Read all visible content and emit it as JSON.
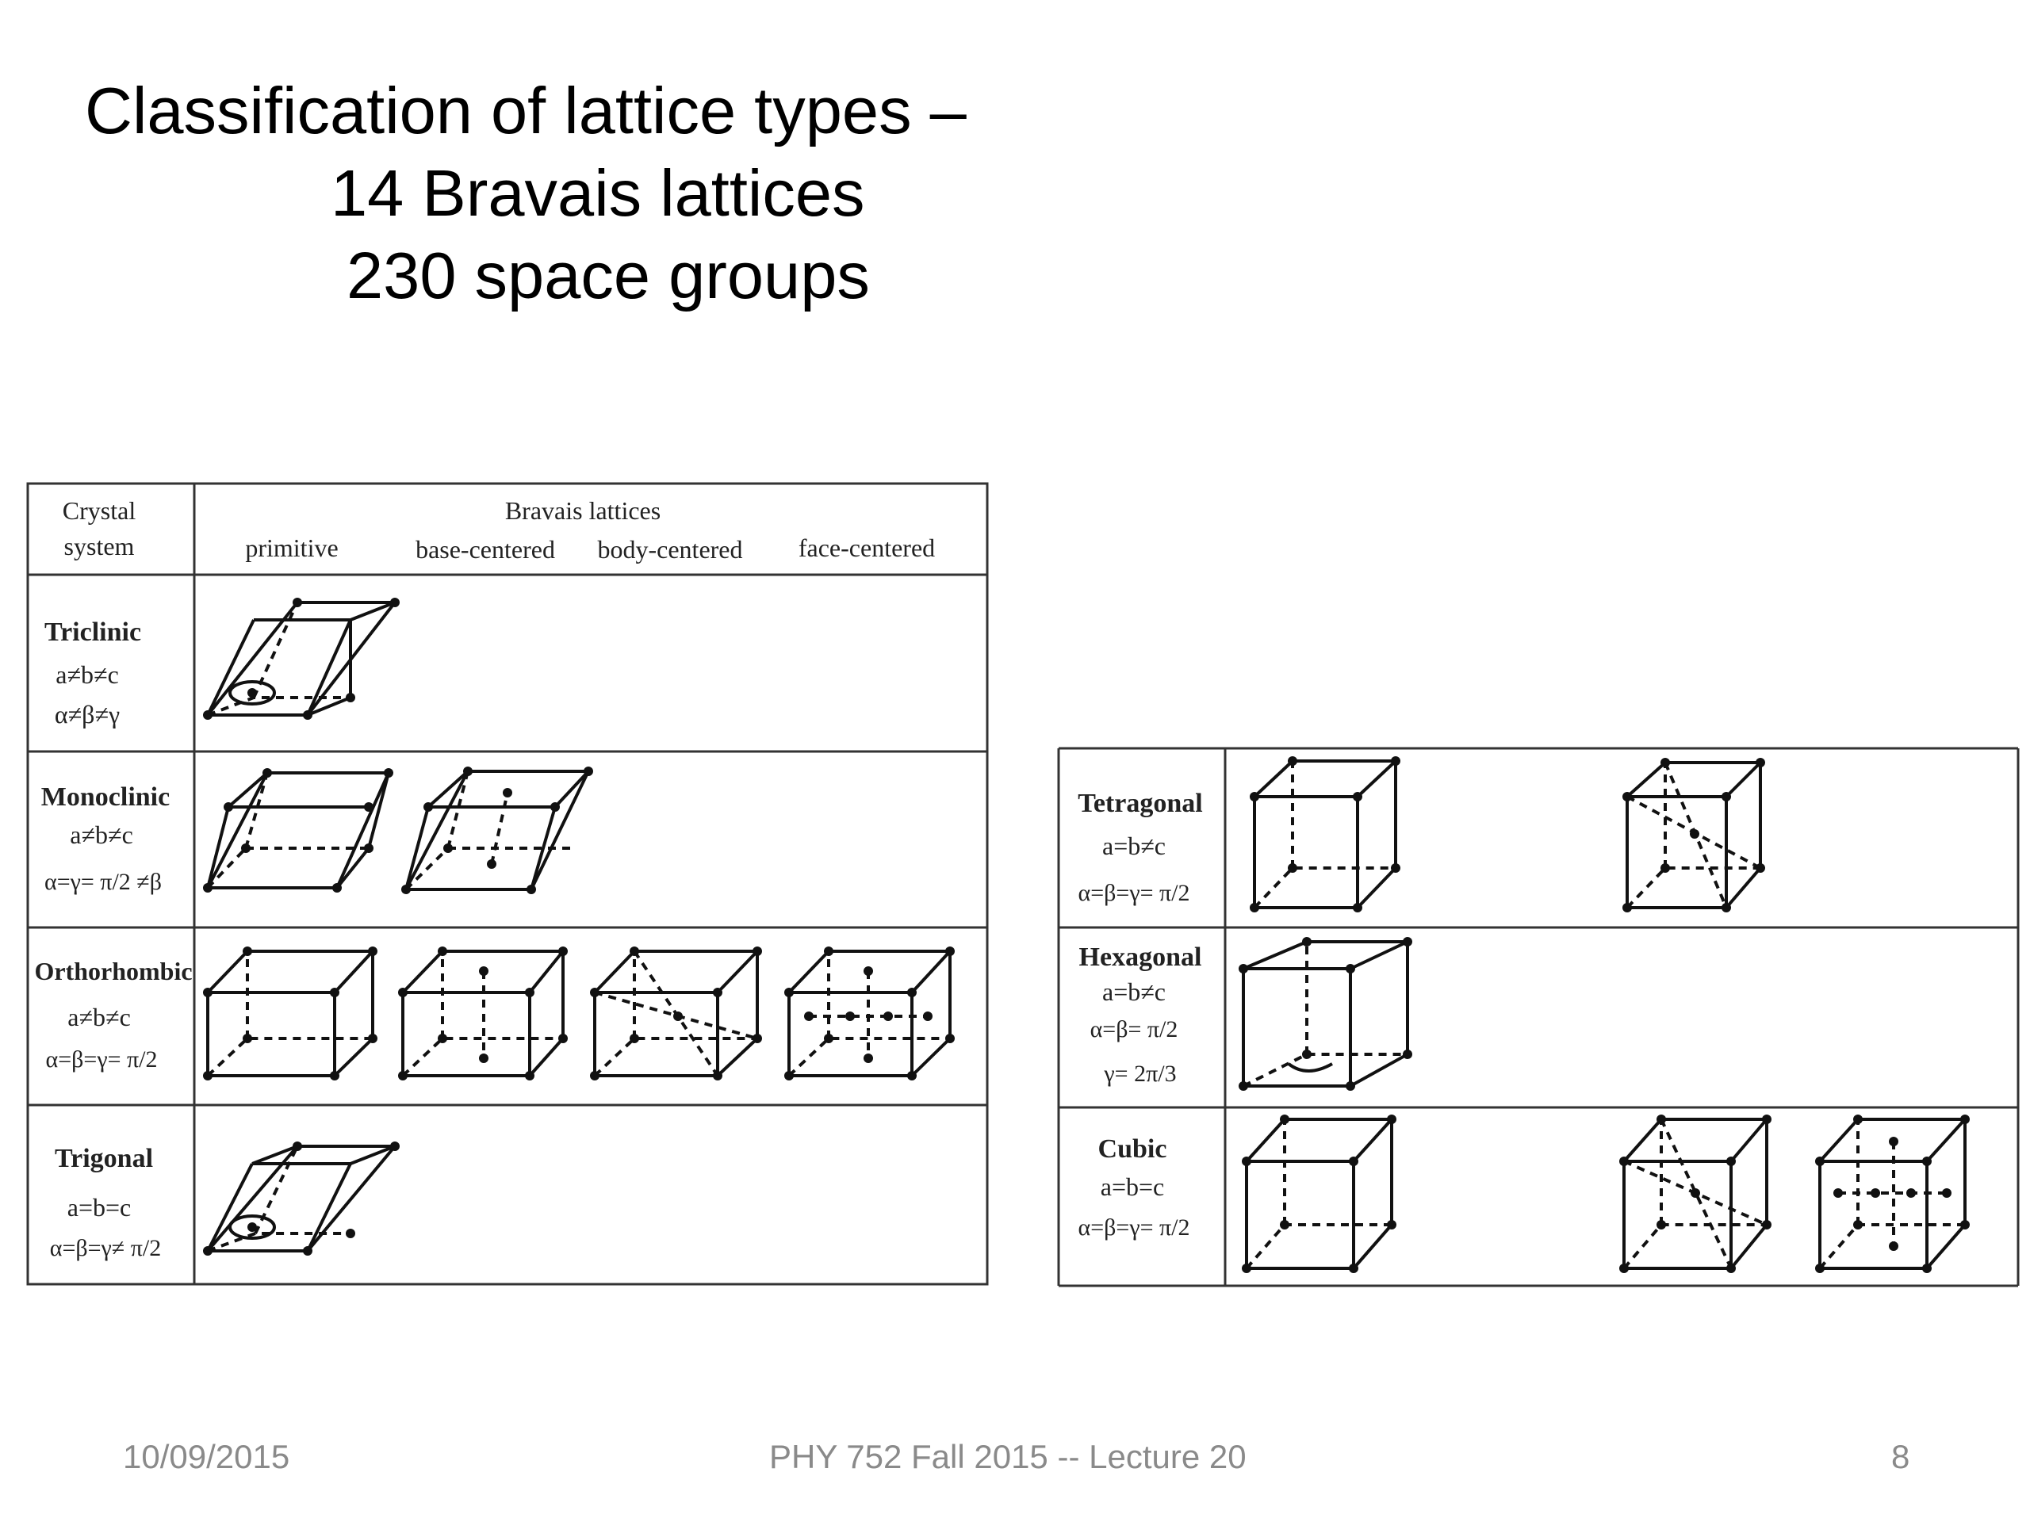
{
  "slide": {
    "title_line1": "Classification of lattice types –",
    "title_line2": "14 Bravais lattices",
    "title_line3": "230 space groups"
  },
  "table_left": {
    "header_crystal_system_1": "Crystal",
    "header_crystal_system_2": "system",
    "header_bravais": "Bravais lattices",
    "col_primitive": "primitive",
    "col_base": "base-centered",
    "col_body": "body-centered",
    "col_face": "face-centered",
    "rows": [
      {
        "name": "Triclinic",
        "c1": "a≠b≠c",
        "c2": "α≠β≠γ"
      },
      {
        "name": "Monoclinic",
        "c1": "a≠b≠c",
        "c2": "α=γ= π/2 ≠β"
      },
      {
        "name": "Orthorhombic",
        "c1": "a≠b≠c",
        "c2": "α=β=γ= π/2"
      },
      {
        "name": "Trigonal",
        "c1": "a=b=c",
        "c2": "α=β=γ≠ π/2"
      }
    ]
  },
  "table_right": {
    "rows": [
      {
        "name": "Tetragonal",
        "c1": "a=b≠c",
        "c2": "α=β=γ= π/2"
      },
      {
        "name": "Hexagonal",
        "c1": "a=b≠c",
        "c2": "α=β= π/2",
        "c3": "γ= 2π/3"
      },
      {
        "name": "Cubic",
        "c1": "a=b=c",
        "c2": "α=β=γ= π/2"
      }
    ]
  },
  "footer": {
    "date": "10/09/2015",
    "course": "PHY 752  Fall 2015 -- Lecture 20",
    "page": "8"
  }
}
